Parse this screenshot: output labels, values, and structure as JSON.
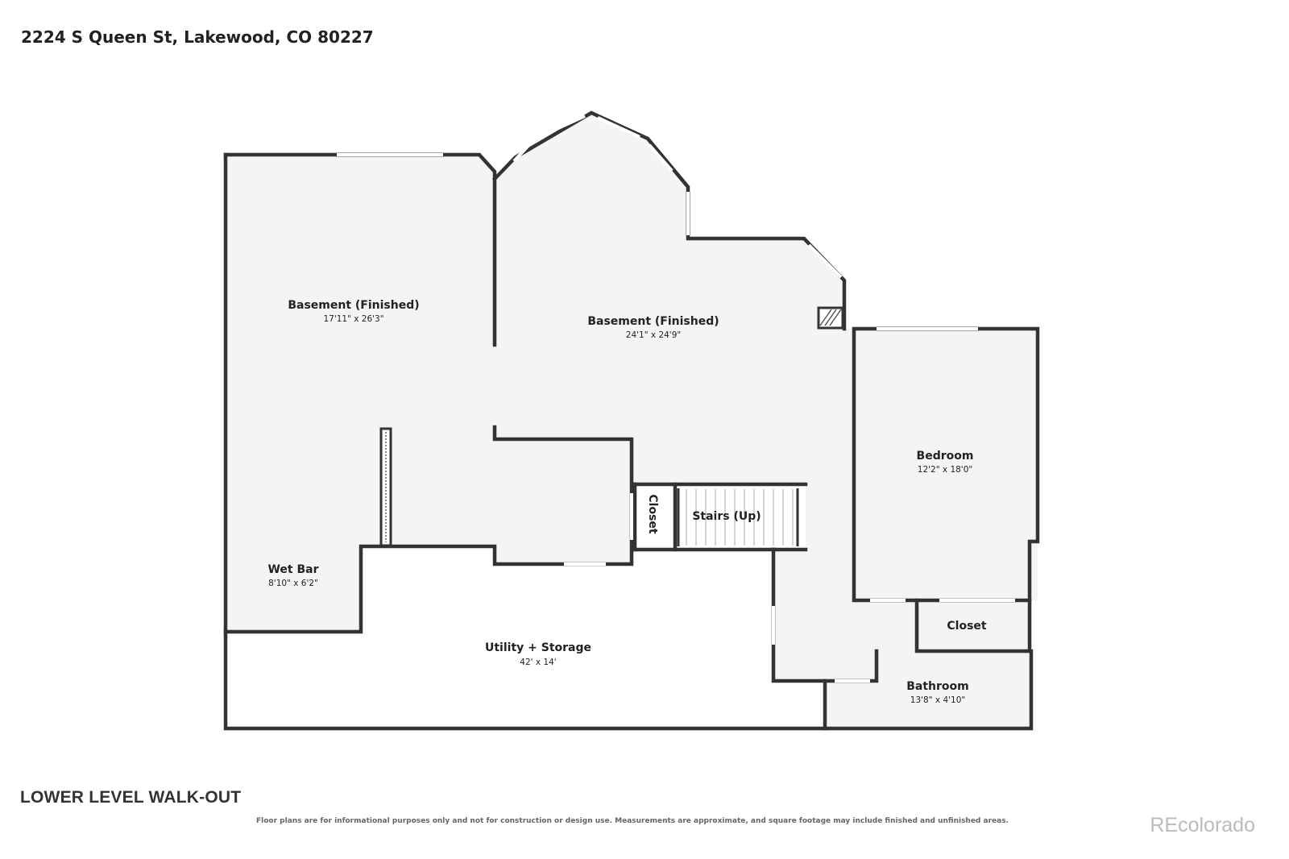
{
  "address": "2224 S Queen St, Lakewood, CO 80227",
  "level_title": "LOWER LEVEL WALK-OUT",
  "disclaimer": "Floor plans are for informational purposes only and not for construction or design use. Measurements are approximate, and square footage may include finished and unfinished areas.",
  "brand": "REcolorado",
  "colors": {
    "wall": "#333333",
    "floor": "#f4f4f4",
    "window": "#ffffff"
  },
  "rooms": {
    "basement_left": {
      "name": "Basement (Finished)",
      "dims": "17'11\" x 26'3\""
    },
    "basement_center": {
      "name": "Basement (Finished)",
      "dims": "24'1\" x 24'9\""
    },
    "bedroom": {
      "name": "Bedroom",
      "dims": "12'2\" x 18'0\""
    },
    "stairs": {
      "name": "Stairs (Up)"
    },
    "closet_small": {
      "name": "Closet"
    },
    "closet_right": {
      "name": "Closet"
    },
    "wet_bar": {
      "name": "Wet Bar",
      "dims": "8'10\" x 6'2\""
    },
    "utility": {
      "name": "Utility + Storage",
      "dims": "42' x 14'"
    },
    "bathroom": {
      "name": "Bathroom",
      "dims": "13'8\" x 4'10\""
    }
  }
}
